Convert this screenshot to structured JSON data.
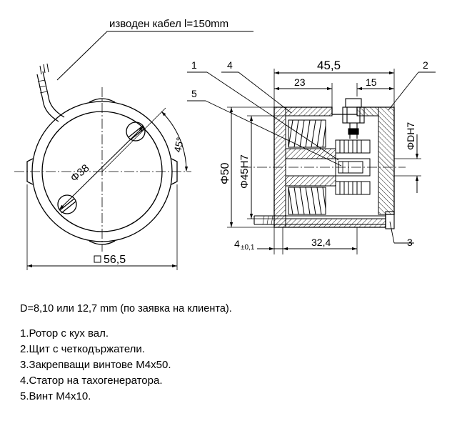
{
  "drawing": {
    "cable_label": "изводен кабел l=150mm",
    "front_view": {
      "diameter_label": "Φ38",
      "angle_label": "45°",
      "width_label": "56,5",
      "square_symbol": "□"
    },
    "section_view": {
      "overall_length": "45,5",
      "dim_23": "23",
      "dim_15": "15",
      "dia_50": "Φ50",
      "dia_45h7": "Φ45H7",
      "bore": "ΦDH7",
      "offset_4": "4",
      "tolerance": "±0,1",
      "length_32_4": "32,4",
      "callout_1": "1",
      "callout_2": "2",
      "callout_3": "3",
      "callout_4": "4",
      "callout_5": "5"
    }
  },
  "notes": {
    "d_line": "D=8,10 или 12,7 mm (по заявка на клиента).",
    "items": [
      "1.Ротор с кух вал.",
      "2.Щит с четкодържатели.",
      "3.Закрепващи винтове М4х50.",
      "4.Статор на тахогенератора.",
      "5.Винт М4х10."
    ]
  }
}
